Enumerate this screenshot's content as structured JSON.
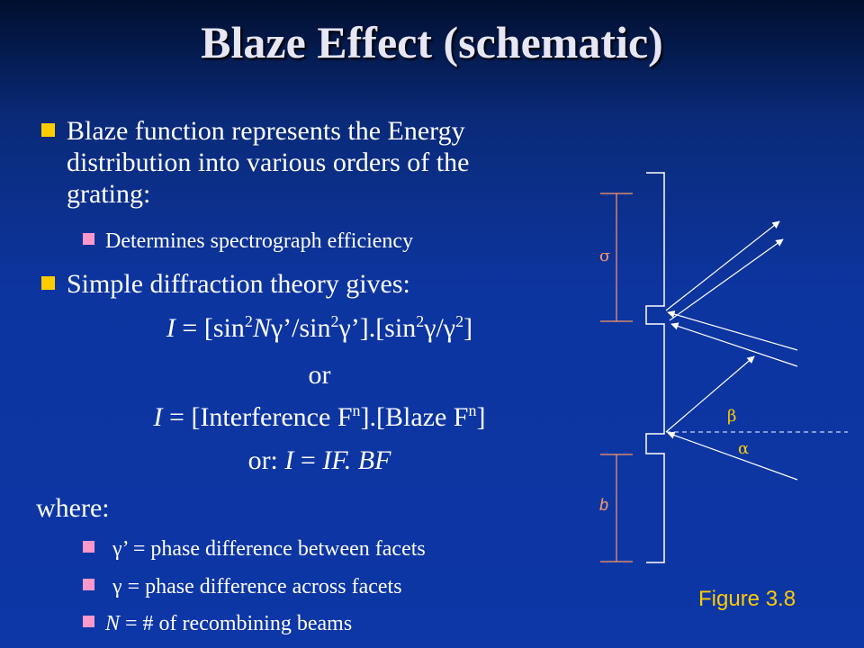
{
  "slide": {
    "title": "Blaze Effect (schematic)",
    "bullet1": {
      "line1": "Blaze function represents the Energy",
      "line2": "distribution into various orders of the",
      "line3": "grating:"
    },
    "sub1": "Determines spectrograph efficiency",
    "bullet2": "Simple diffraction theory gives:",
    "eq1": {
      "lhs": "I",
      "rest": " = [sin",
      "sup1": "2",
      "n": "N",
      "g1": "γ’/sin",
      "sup2": "2",
      "g2": "γ’].[sin",
      "sup3": "2",
      "g3": "γ/γ",
      "sup4": "2",
      "end": "]"
    },
    "or1": "or",
    "eq2": {
      "lhs": "I",
      "a": " = [Interference F",
      "sup1": "n",
      "b": "].[Blaze F",
      "sup2": "n",
      "c": "]"
    },
    "eq3": {
      "a": "or: ",
      "i": "I",
      "b": " = ",
      "rhs": "IF. BF"
    },
    "where": "where:",
    "defs": [
      {
        "sym": "γ’",
        "text": " = phase difference between facets"
      },
      {
        "sym": "γ",
        "text": " = phase difference across facets"
      },
      {
        "sym": "N",
        "text": " = # of recombining beams"
      }
    ],
    "figure_label": "Figure 3.8",
    "diagram": {
      "sigma": "σ",
      "beta": "β",
      "alpha": "α",
      "b": "b"
    },
    "colors": {
      "bullet_level1": "#ffcc00",
      "bullet_level2": "#ff99cc",
      "diagram_line": "#ffffff",
      "dimension_line": "#ff9966",
      "figure_label": "#ffcc00"
    }
  }
}
